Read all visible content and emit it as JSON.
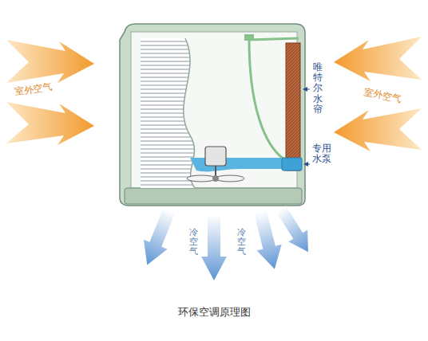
{
  "diagram": {
    "caption": "环保空调原理图",
    "labels": [
      "室外空气",
      "室外空气",
      "唯特尔水帘",
      "专用水泵",
      "冷空气",
      "冷空气"
    ]
  }
}
